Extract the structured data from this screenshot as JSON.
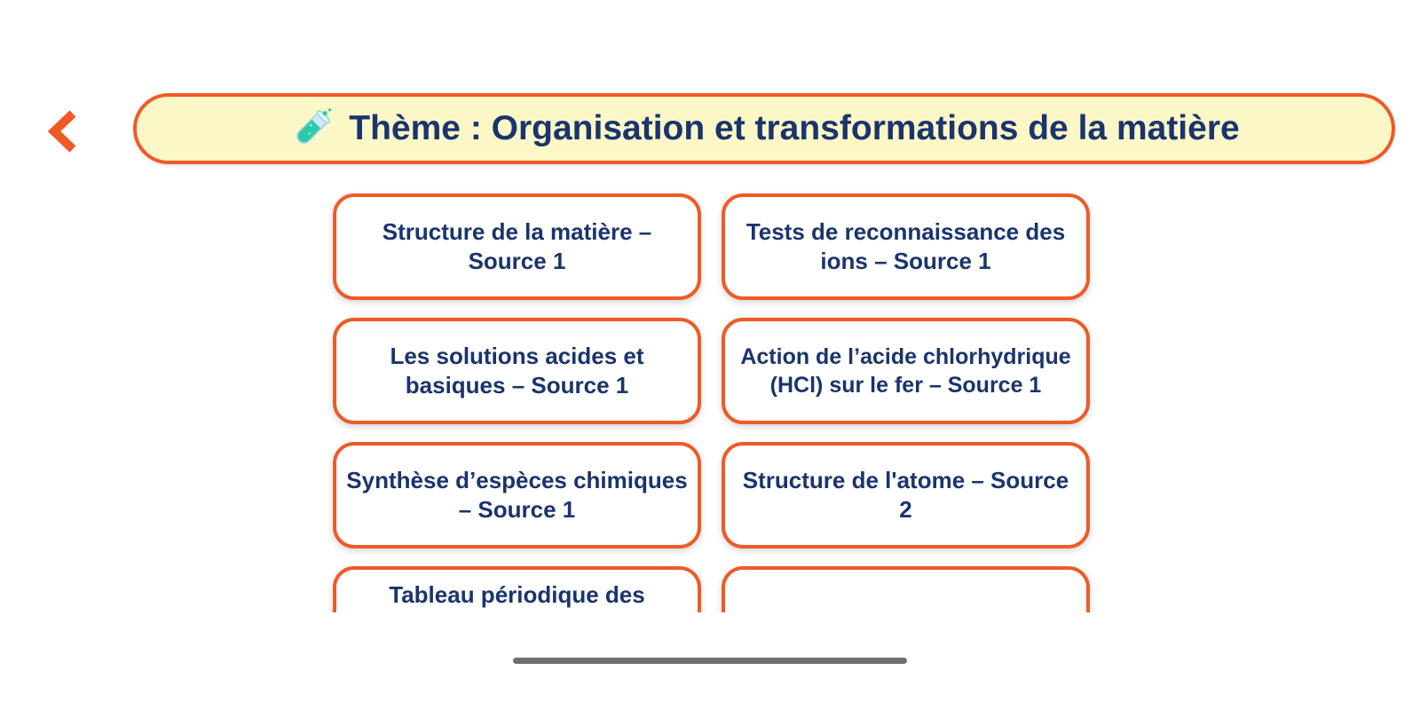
{
  "header": {
    "back_icon": "back-chevron-icon",
    "banner": {
      "icon": "test-tube-icon",
      "title": "Thème : Organisation et transformations de la matière"
    }
  },
  "grid": {
    "buttons": [
      {
        "label": "Structure de la matière – Source 1"
      },
      {
        "label": "Tests de reconnaissance des ions – Source 1"
      },
      {
        "label": "Les solutions acides et basiques – Source 1"
      },
      {
        "label": "Action de l’acide chlorhydrique (HCl) sur le fer – Source 1"
      },
      {
        "label": "Synthèse d’espèces chimiques – Source 1"
      },
      {
        "label": "Structure de l'atome – Source 2"
      },
      {
        "label": "Tableau périodique des"
      },
      {
        "label": ""
      }
    ]
  },
  "footer": {
    "home_indicator": "home-indicator-bar"
  },
  "colors": {
    "accent_orange": "#EF5A28",
    "navy_text": "#1A346D",
    "banner_yellow": "#FCF7C7",
    "home_bar_gray": "#6E6E6E"
  }
}
